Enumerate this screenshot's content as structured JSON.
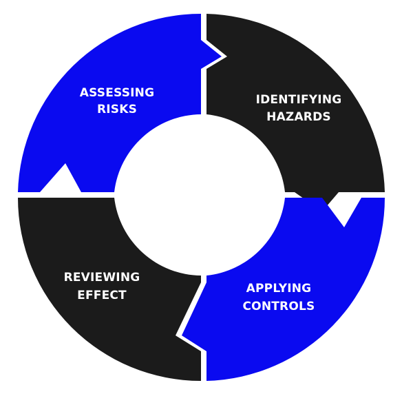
{
  "colors": {
    "blue": "#0a0af0",
    "black": "#1b1b1b",
    "gap": "#ffffff"
  },
  "segments": [
    {
      "id": "assessing-risks",
      "line1": "ASSESSING",
      "line2": "RISKS",
      "color": "#0a0af0"
    },
    {
      "id": "identifying-hazards",
      "line1": "IDENTIFYING",
      "line2": "HAZARDS",
      "color": "#1b1b1b"
    },
    {
      "id": "applying-controls",
      "line1": "APPLYING",
      "line2": "CONTROLS",
      "color": "#0a0af0"
    },
    {
      "id": "reviewing-effect",
      "line1": "REVIEWING",
      "line2": "EFFECT",
      "color": "#1b1b1b"
    }
  ]
}
